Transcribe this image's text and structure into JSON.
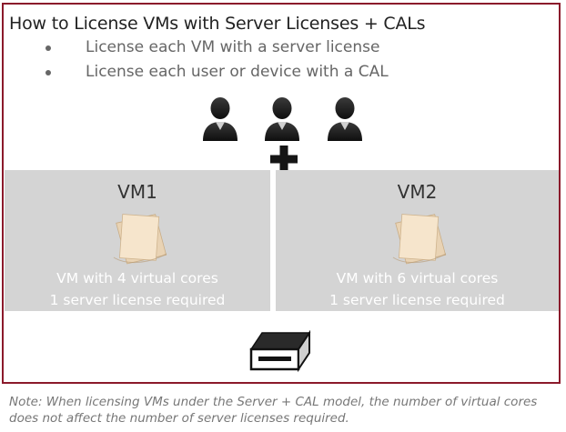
{
  "title": "How to License VMs with Server Licenses + CALs",
  "bullets": [
    "License each VM with a server license",
    "License each user or device with a CAL"
  ],
  "icons": {
    "users": [
      "user-icon",
      "user-icon",
      "user-icon"
    ],
    "plus": "plus-icon",
    "document": "license-document-icon",
    "server": "server-icon"
  },
  "vms": [
    {
      "name": "VM1",
      "line1": "VM with 4 virtual cores",
      "line2": "1 server license required"
    },
    {
      "name": "VM2",
      "line1": "VM with 6 virtual cores",
      "line2": "1 server license required"
    }
  ],
  "note": "Note: When licensing VMs under the Server + CAL model, the number of virtual cores does not affect the number of server licenses required.",
  "colors": {
    "frame": "#8b1a2b",
    "vm_bg": "#d4d4d4",
    "icon": "#1a1a1a"
  }
}
